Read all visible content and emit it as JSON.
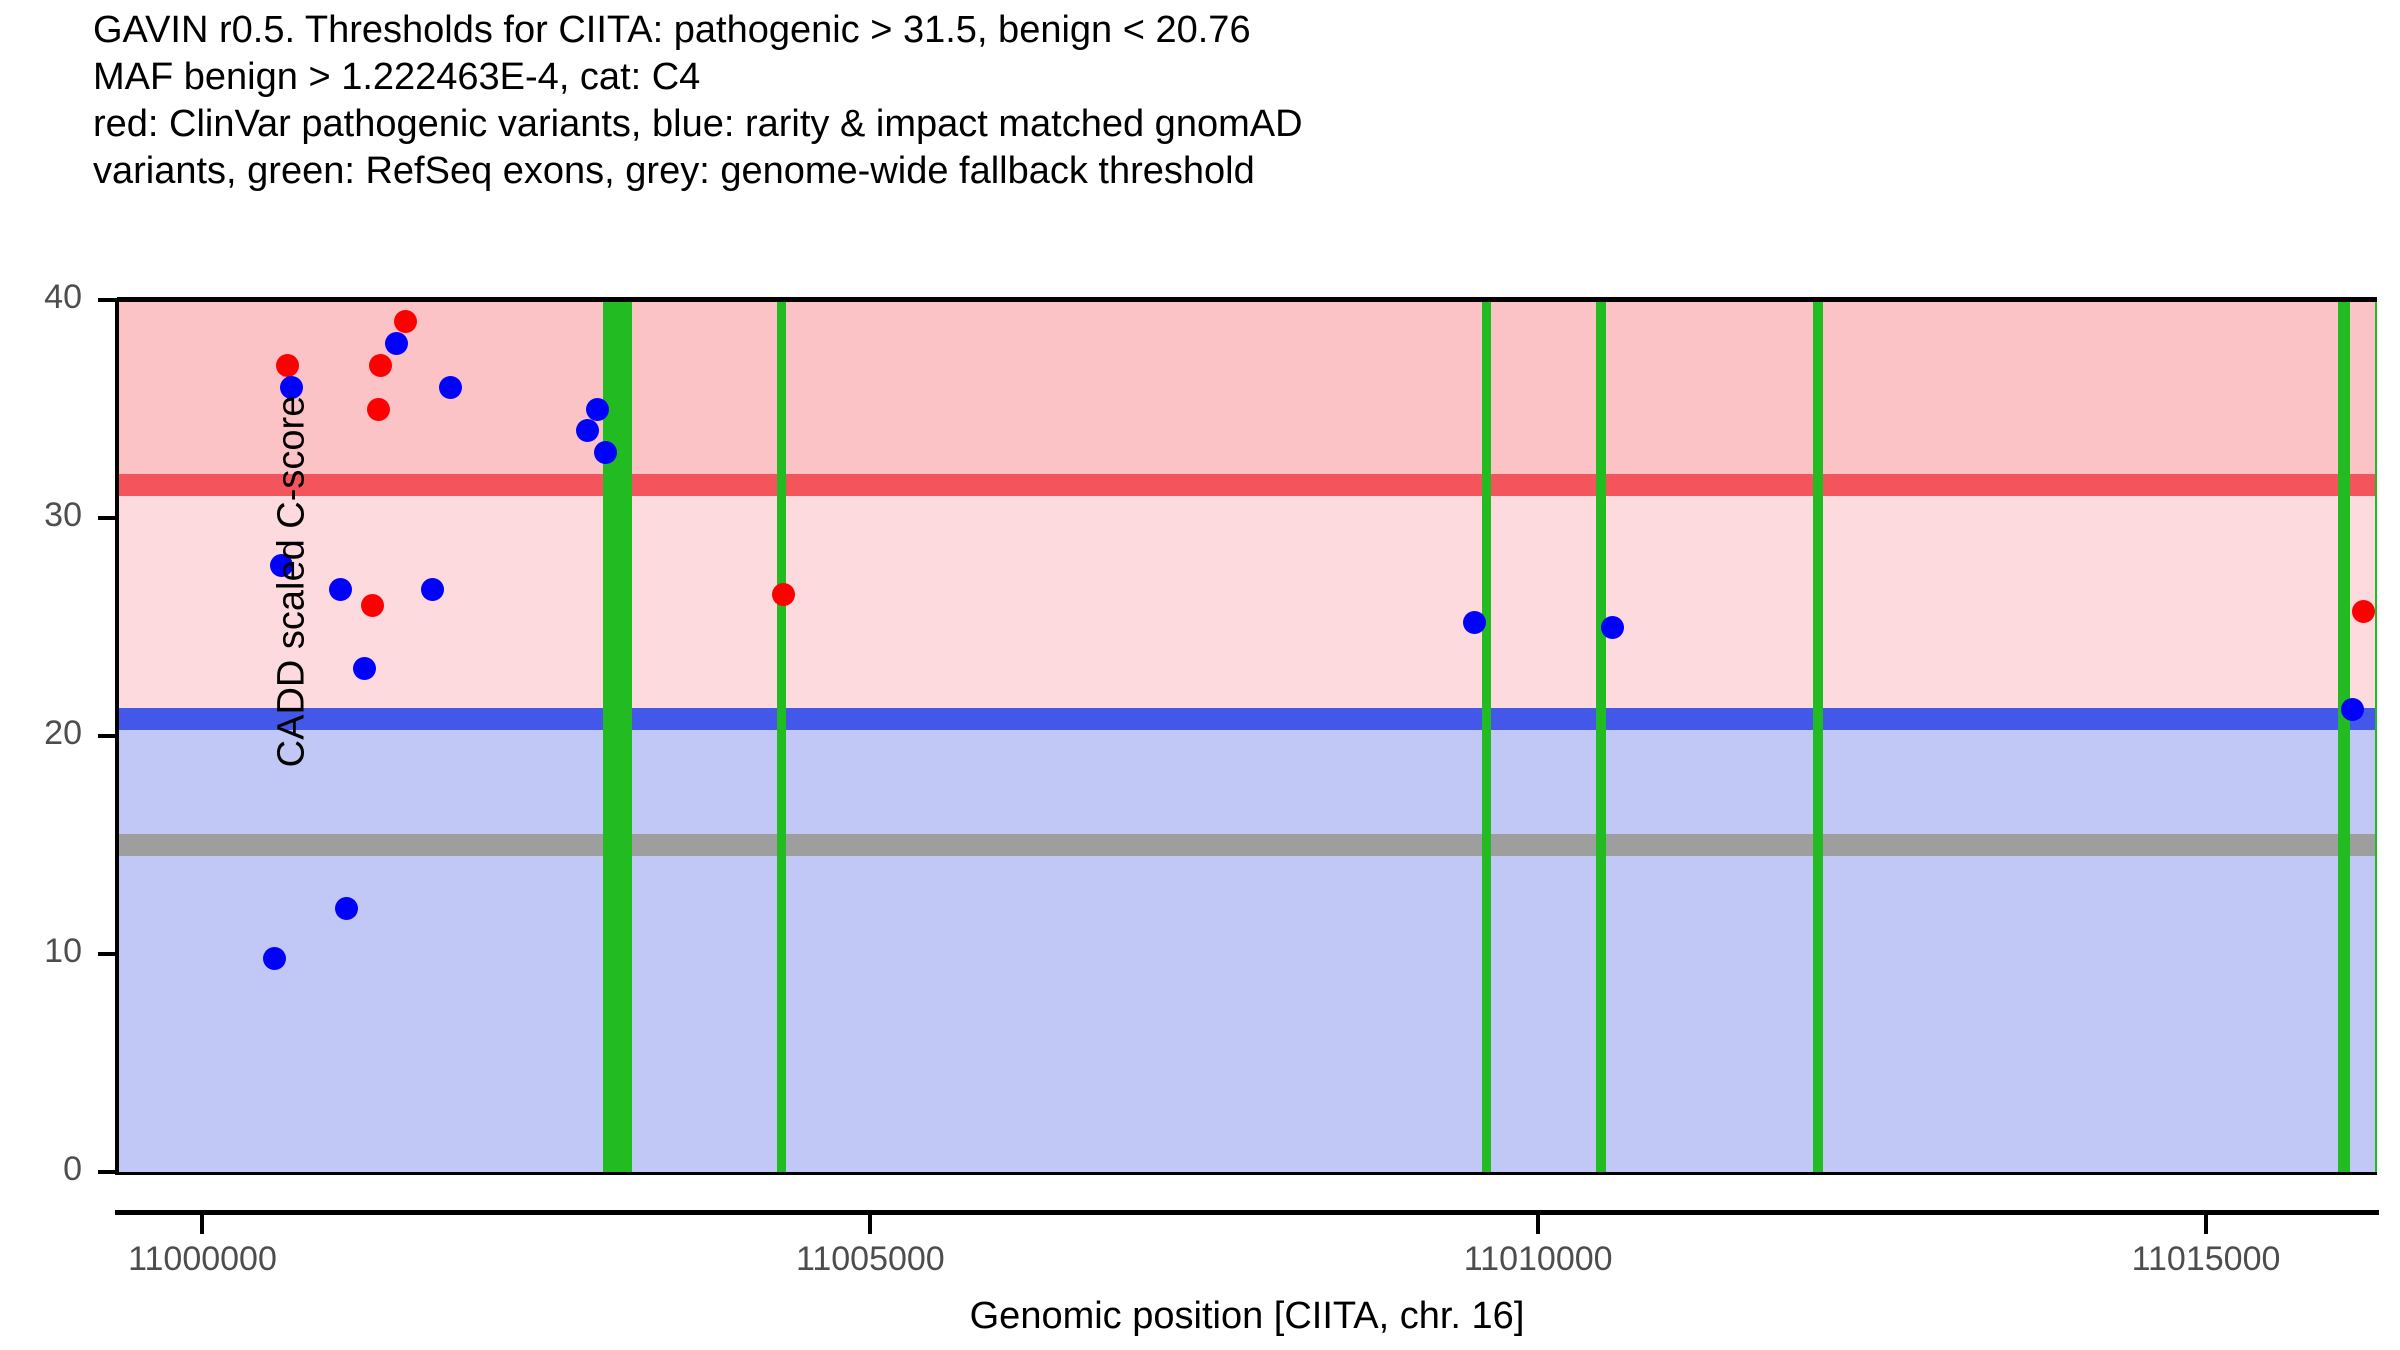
{
  "title": {
    "lines": [
      "GAVIN r0.5. Thresholds for CIITA: pathogenic > 31.5, benign < 20.76",
      "MAF benign > 1.222463E-4, cat: C4",
      "red: ClinVar pathogenic variants, blue: rarity & impact matched gnomAD",
      "variants, green: RefSeq exons, grey: genome-wide fallback threshold"
    ]
  },
  "legend_description": {
    "red": "ClinVar pathogenic variants",
    "blue": "rarity & impact matched gnomAD variants",
    "green": "RefSeq exons",
    "grey": "genome-wide fallback threshold"
  },
  "gene": "CIITA",
  "chromosome": "chr. 16",
  "gavin_release": "r0.5",
  "category": "C4",
  "maf_benign": "1.222463E-4",
  "colors": {
    "pathogenic_point": "#ff0000",
    "benign_point": "#0000ff",
    "exon": "#22bb22",
    "pathogenic_threshold_line": "#f4545c",
    "benign_threshold_line": "#4358e8",
    "fallback_threshold_line": "#9e9e9e",
    "pathogenic_band_upper": "#fcc3c7",
    "pathogenic_band_lower": "#fcdade",
    "benign_band": "#c2c8f6",
    "axis": "#000000",
    "tick_label": "#4d4d4d"
  },
  "chart_data": {
    "type": "scatter",
    "title": "GAVIN r0.5. Thresholds for CIITA: pathogenic > 31.5, benign < 20.76",
    "xlabel": "Genomic position [CIITA, chr. 16]",
    "ylabel": "CADD scaled C-score",
    "xlim": [
      10999360,
      11016280
    ],
    "ylim": [
      0,
      40
    ],
    "xticks": [
      11000000,
      11005000,
      11010000,
      11015000
    ],
    "xticklabels": [
      "11000000",
      "11005000",
      "11010000",
      "11015000"
    ],
    "yticks": [
      0,
      10,
      20,
      30,
      40
    ],
    "yticklabels": [
      "0",
      "10",
      "20",
      "30",
      "40"
    ],
    "grid": false,
    "legend": "none",
    "thresholds": [
      {
        "name": "pathogenic",
        "value": 31.5,
        "color": "#f4545c",
        "label": "pathogenic > 31.5"
      },
      {
        "name": "benign",
        "value": 20.76,
        "color": "#4358e8",
        "label": "benign < 20.76"
      },
      {
        "name": "genome-wide fallback",
        "value": 15.0,
        "color": "#9e9e9e",
        "label": "grey: genome-wide fallback threshold"
      }
    ],
    "bands": [
      {
        "name": "pathogenic-strong",
        "y0": 31.9,
        "y1": 40.0,
        "color": "#fcc3c7"
      },
      {
        "name": "pathogenic-weak",
        "y0": 20.76,
        "y1": 31.1,
        "color": "#fcdade"
      },
      {
        "name": "benign",
        "y0": 0.0,
        "y1": 20.76,
        "color": "#c2c8f6"
      }
    ],
    "series": [
      {
        "name": "ClinVar pathogenic variants",
        "color": "#ff0000",
        "points": [
          {
            "x": 11000640,
            "y": 37.0
          },
          {
            "x": 11001330,
            "y": 37.0
          },
          {
            "x": 11001320,
            "y": 35.0
          },
          {
            "x": 11001520,
            "y": 39.0
          },
          {
            "x": 11001270,
            "y": 26.0
          },
          {
            "x": 11004350,
            "y": 26.5
          },
          {
            "x": 11016180,
            "y": 25.7
          }
        ]
      },
      {
        "name": "rarity & impact matched gnomAD variants",
        "color": "#0000ff",
        "points": [
          {
            "x": 11000670,
            "y": 36.0
          },
          {
            "x": 11001450,
            "y": 38.0
          },
          {
            "x": 11001860,
            "y": 36.0
          },
          {
            "x": 11002880,
            "y": 34.0
          },
          {
            "x": 11002960,
            "y": 35.0
          },
          {
            "x": 11003020,
            "y": 33.0
          },
          {
            "x": 11000590,
            "y": 27.8
          },
          {
            "x": 11001030,
            "y": 26.7
          },
          {
            "x": 11001720,
            "y": 26.7
          },
          {
            "x": 11001210,
            "y": 23.1
          },
          {
            "x": 11009520,
            "y": 25.2
          },
          {
            "x": 11010560,
            "y": 25.0
          },
          {
            "x": 11016100,
            "y": 21.2
          },
          {
            "x": 11001080,
            "y": 12.1
          },
          {
            "x": 11000540,
            "y": 9.8
          }
        ]
      }
    ],
    "exons": [
      {
        "start": 11002995,
        "end": 11003215,
        "label": "RefSeq exon"
      },
      {
        "start": 11004300,
        "end": 11004360,
        "label": "RefSeq exon"
      },
      {
        "start": 11009580,
        "end": 11009650,
        "label": "RefSeq exon"
      },
      {
        "start": 11010430,
        "end": 11010510,
        "label": "RefSeq exon"
      },
      {
        "start": 11012060,
        "end": 11012135,
        "label": "RefSeq exon"
      },
      {
        "start": 11015990,
        "end": 11016075,
        "label": "RefSeq exon"
      },
      {
        "start": 11016265,
        "end": 11016335,
        "label": "RefSeq exon"
      }
    ]
  }
}
